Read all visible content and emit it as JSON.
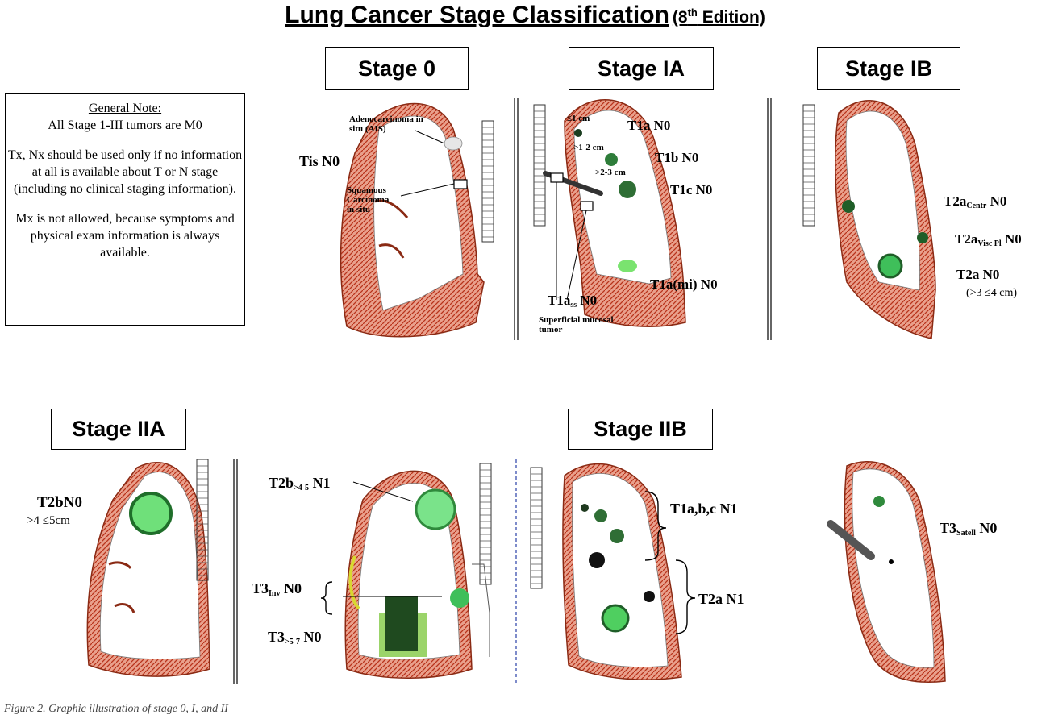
{
  "title": {
    "main": "Lung Cancer Stage Classification",
    "edition_open": "(8",
    "edition_sup": "th",
    "edition_close": " Edition)"
  },
  "stages": {
    "s0": "Stage 0",
    "s1a": "Stage IA",
    "s1b": "Stage IB",
    "s2a": "Stage IIA",
    "s2b": "Stage IIB"
  },
  "note": {
    "heading": "General Note:",
    "line1": "All Stage 1-III tumors are M0",
    "para2": "Tx, Nx should be used only if no information at all is available about T or N stage (including no clinical staging information).",
    "para3": "Mx is not allowed, because symptoms and physical exam information is always available."
  },
  "stage0": {
    "ais": "Adenocarcinoma in situ (AIS)",
    "tis": "Tis N0",
    "squamous": "Squamous Carcinoma in situ"
  },
  "stage1a": {
    "t1a": "T1a N0",
    "t1b": "T1b N0",
    "t1c": "T1c N0",
    "s1": "≤1 cm",
    "s2": ">1-2 cm",
    "s3": ">2-3 cm",
    "t1ami": "T1a(mi) N0",
    "t1ass_pre": "T1a",
    "t1ass_sub": "ss",
    "t1ass_post": " N0",
    "superficial": "Superficial mucosal tumor"
  },
  "stage1b": {
    "centr_pre": "T2a",
    "centr_sub": "Centr",
    "centr_post": " N0",
    "visc_pre": "T2a",
    "visc_sub": "Visc Pl",
    "visc_post": " N0",
    "t2a": "T2a N0",
    "t2a_size": "(>3 ≤4 cm)"
  },
  "stage2a": {
    "t2b": "T2bN0",
    "t2b_size": ">4 ≤5cm"
  },
  "stage2b": {
    "t2b_pre": "T2b",
    "t2b_sub": ">4-5",
    "t2b_post": " N1",
    "t3inv_pre": "T3",
    "t3inv_sub": "Inv",
    "t3inv_post": " N0",
    "t3size_pre": "T3",
    "t3size_sub": ">5-7",
    "t3size_post": " N0",
    "t1abc": "T1a,b,c N1",
    "t2an1": "T2a N1",
    "satell_pre": "T3",
    "satell_sub": "Satell",
    "satell_post": " N0"
  },
  "caption": "Figure 2. Graphic illustration of stage 0, I, and II",
  "colors": {
    "pleura": "#c0391e",
    "tumor": "#3fbf5a",
    "tumor_dark": "#1f5e28",
    "divider_blue": "#2a3fa8"
  }
}
